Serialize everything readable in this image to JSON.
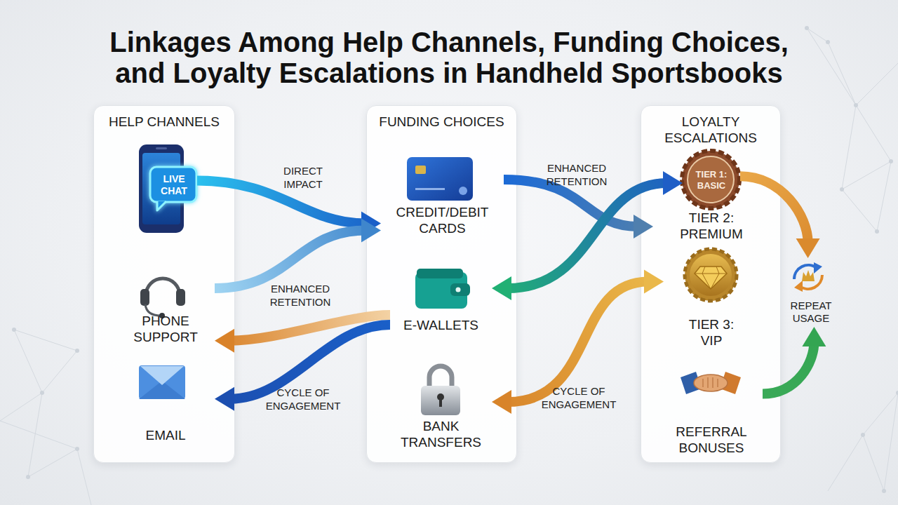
{
  "diagram": {
    "title": "Linkages Among Help Channels, Funding Choices, and Loyalty Escalations in Handheld Sportsbooks",
    "nodes": [
      {
        "text": [
          "HELP CHANNELS"
        ]
      },
      {
        "text": [
          "LIVE CHAT"
        ],
        "in": 0
      },
      {
        "text": [
          "PHONE SUPPORT"
        ],
        "in": 0
      },
      {
        "text": [
          "EMAIL"
        ],
        "in": 0
      },
      {
        "text": [
          "FUNDING CHOICES"
        ]
      },
      {
        "text": [
          "CREDIT/DEBIT CARDS"
        ],
        "in": 4
      },
      {
        "text": [
          "E-WALLETS"
        ],
        "in": 4
      },
      {
        "text": [
          "BANK TRANSFERS"
        ],
        "in": 4
      },
      {
        "text": [
          "LOYALTY ESCALATIONS"
        ]
      },
      {
        "text": [
          "TIER 1: BASIC"
        ],
        "in": 8
      },
      {
        "text": [
          "TIER 2: PREMIUM"
        ],
        "in": 8
      },
      {
        "text": [
          "TIER 3: VIP"
        ],
        "in": 8
      },
      {
        "text": [
          "REFERRAL BONUSES"
        ],
        "in": 8
      },
      {
        "text": [
          "REPEAT USAGE"
        ]
      }
    ],
    "edges": [
      {
        "from": 1,
        "to": 5,
        "label": "DIRECT IMPACT",
        "arrow": "to"
      },
      {
        "from": 2,
        "to": 5,
        "label": "ENHANCED RETENTION",
        "arrow": "to"
      },
      {
        "from": 6,
        "to": 2,
        "arrow": "to"
      },
      {
        "from": 6,
        "to": 3,
        "label": "CYCLE OF ENGAGEMENT",
        "arrow": "to"
      },
      {
        "from": 5,
        "to": 10,
        "label": "ENHANCED RETENTION",
        "arrow": "to"
      },
      {
        "from": 6,
        "to": 9,
        "arrow": "both"
      },
      {
        "from": 7,
        "to": 11,
        "label": "CYCLE OF ENGAGEMENT",
        "arrow": "both"
      },
      {
        "from": 9,
        "to": 13,
        "arrow": "to"
      },
      {
        "from": 12,
        "to": 13,
        "arrow": "to"
      }
    ]
  }
}
